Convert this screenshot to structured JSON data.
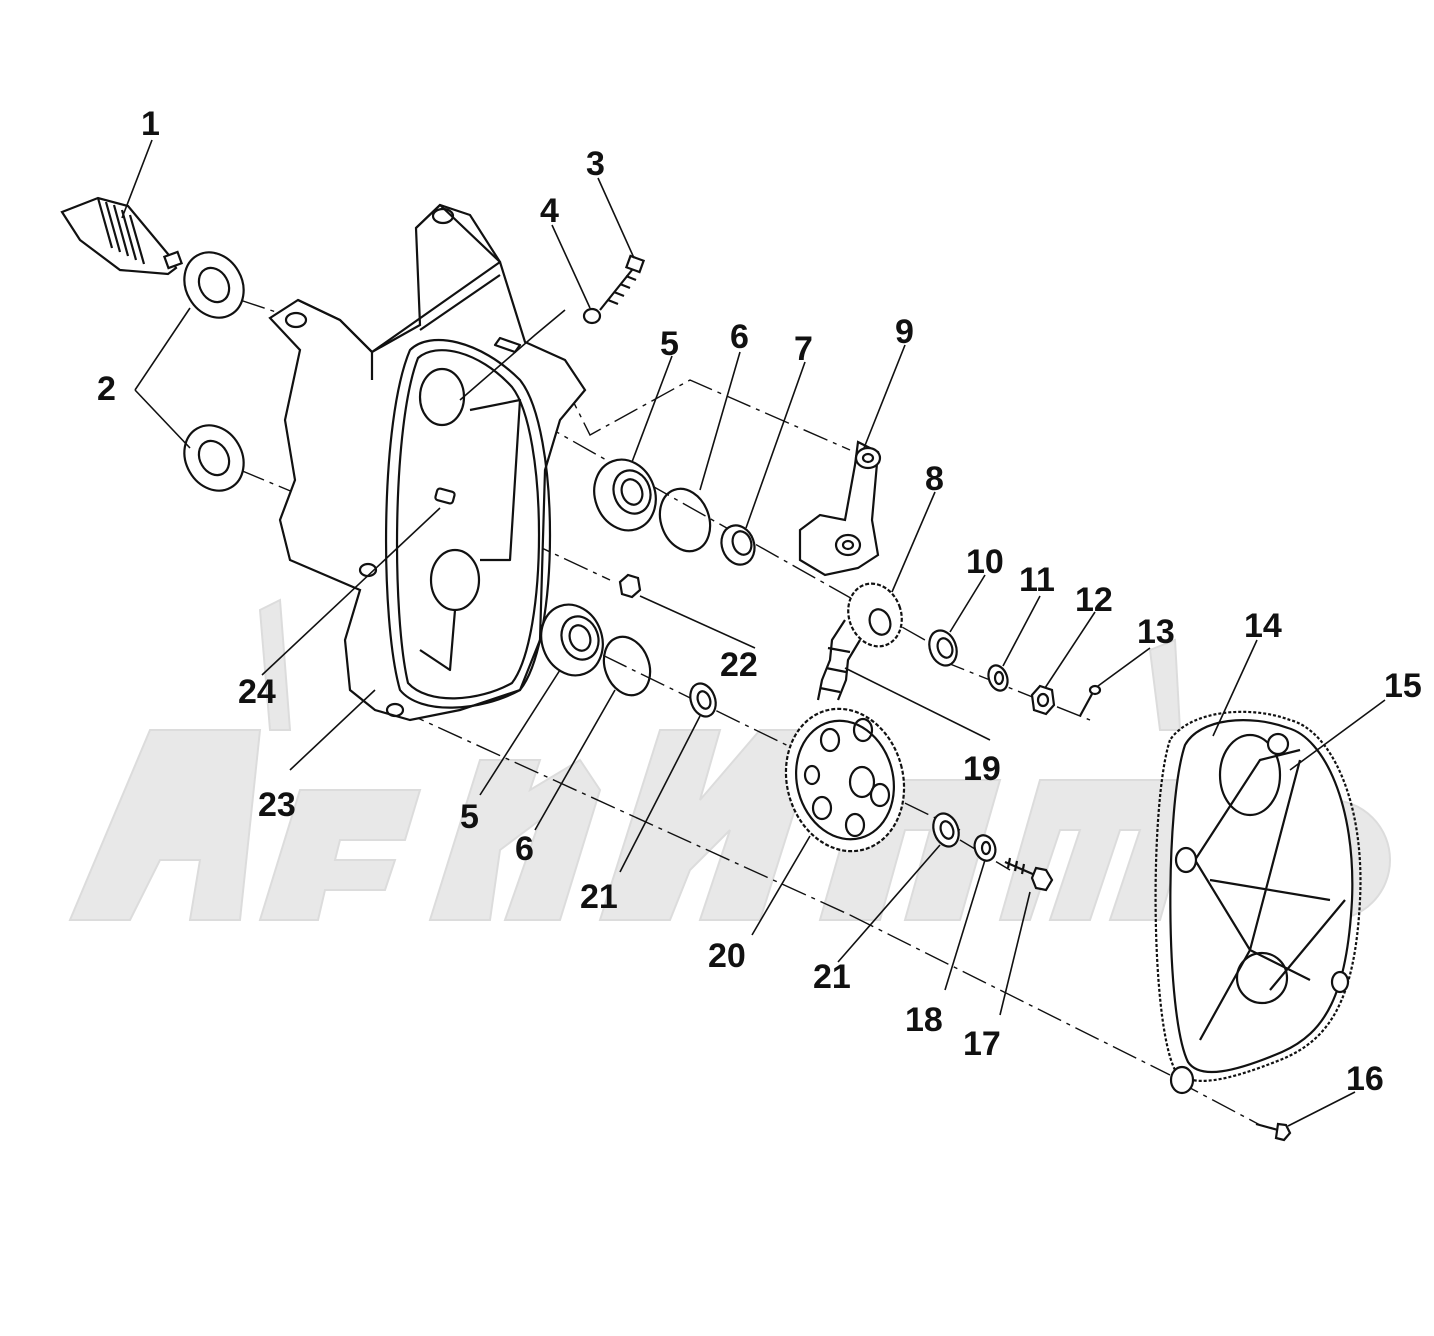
{
  "callouts": {
    "c1": "1",
    "c2": "2",
    "c3": "3",
    "c4": "4",
    "c5a": "5",
    "c5b": "5",
    "c6a": "6",
    "c6b": "6",
    "c7": "7",
    "c8": "8",
    "c9": "9",
    "c10": "10",
    "c11": "11",
    "c12": "12",
    "c13": "13",
    "c14": "14",
    "c15": "15",
    "c16": "16",
    "c17": "17",
    "c18": "18",
    "c19": "19",
    "c20": "20",
    "c21a": "21",
    "c21b": "21",
    "c22": "22",
    "c23": "23",
    "c24": "24"
  },
  "colors": {
    "ink": "#111111",
    "watermark": "#e6e6e6",
    "background": "#ffffff"
  }
}
